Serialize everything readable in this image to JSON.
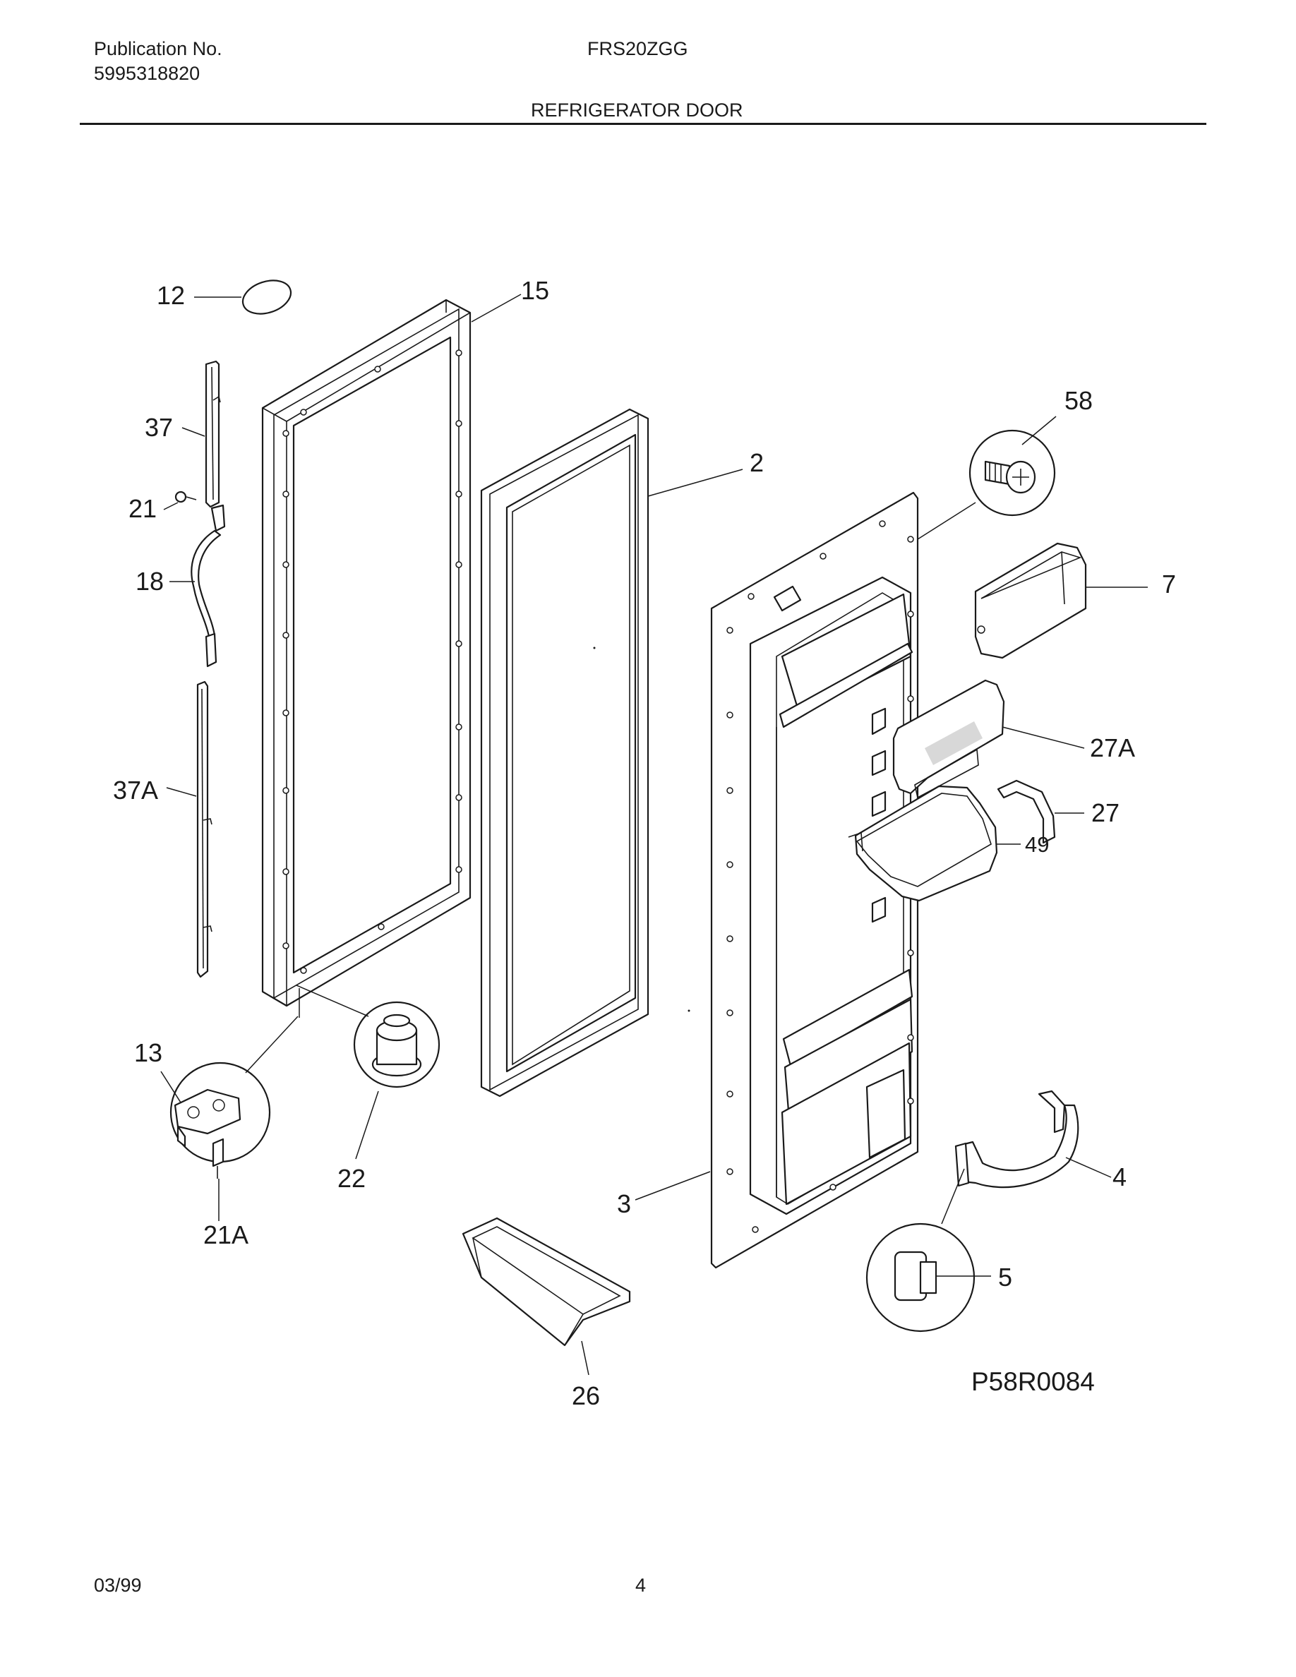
{
  "header": {
    "publication_label": "Publication No.",
    "publication_number": "5995318820",
    "model": "FRS20ZGG",
    "section_title": "REFRIGERATOR DOOR"
  },
  "diagram": {
    "callouts": {
      "c12": "12",
      "c15": "15",
      "c37": "37",
      "c58": "58",
      "c2": "2",
      "c21": "21",
      "c18": "18",
      "c7": "7",
      "c27a": "27A",
      "c37a": "37A",
      "c27": "27",
      "c49": "49",
      "c13": "13",
      "c22": "22",
      "c4": "4",
      "c3": "3",
      "c21a": "21A",
      "c5": "5",
      "c26": "26"
    },
    "figure_code": "P58R0084"
  },
  "footer": {
    "date": "03/99",
    "page_number": "4"
  }
}
